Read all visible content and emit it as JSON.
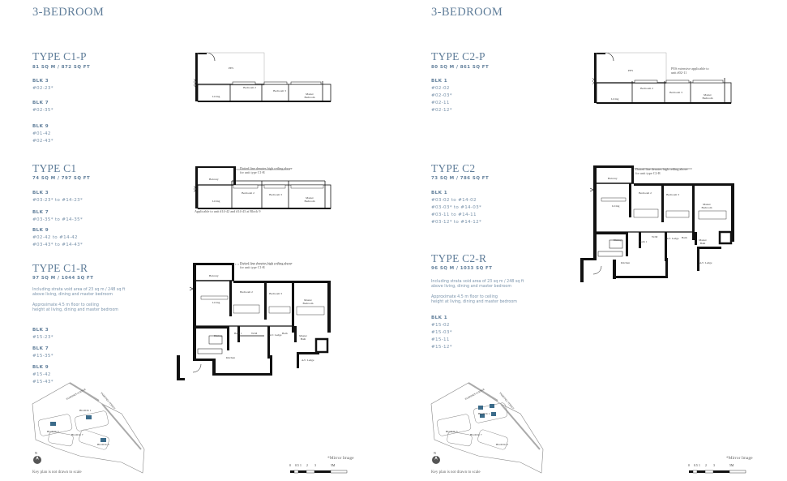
{
  "left": {
    "section_title": "3-BEDROOM",
    "types": [
      {
        "name": "TYPE C1-P",
        "area": "81 SQ M / 872 SQ FT",
        "blocks": [
          {
            "label": "BLK 3",
            "units": [
              "#02-23*"
            ]
          },
          {
            "label": "BLK 7",
            "units": [
              "#02-35*"
            ]
          },
          {
            "label": "BLK 9",
            "units": [
              "#01-42",
              "#02-43*"
            ]
          }
        ]
      },
      {
        "name": "TYPE C1",
        "area": "74 SQ M / 797 SQ FT",
        "blocks": [
          {
            "label": "BLK 3",
            "units": [
              "#03-23* to #14-23*"
            ]
          },
          {
            "label": "BLK 7",
            "units": [
              "#03-35* to #14-35*"
            ]
          },
          {
            "label": "BLK 9",
            "units": [
              "#02-42 to #14-42",
              "#03-43* to #14-43*"
            ]
          }
        ]
      },
      {
        "name": "TYPE C1-R",
        "area": "97 SQ M / 1044 SQ FT",
        "notes": [
          "Including strata void area of 23 sq m / 248 sq ft",
          "above living, dining and master bedroom",
          "Approximate 4.5 m floor to ceiling",
          "height at living, dining and master bedroom"
        ],
        "blocks": [
          {
            "label": "BLK 3",
            "units": [
              "#15-23*"
            ]
          },
          {
            "label": "BLK 7",
            "units": [
              "#15-35*"
            ]
          },
          {
            "label": "BLK 9",
            "units": [
              "#15-42",
              "#15-43*"
            ]
          }
        ]
      }
    ],
    "plan_notes": {
      "c1_dotted": "Dotted line denotes high ceiling above for unit type C1-R",
      "c1_applicable": "Applicable to unit #14-42 and #14-43 at Block 9",
      "c1r_dotted": "Dotted line denotes high ceiling above for unit type C1-R"
    },
    "key_plan_note": "Key plan is not drawn to scale",
    "mirror_note": "*Mirror Image"
  },
  "right": {
    "section_title": "3-BEDROOM",
    "types": [
      {
        "name": "TYPE C2-P",
        "area": "80 SQ M / 861 SQ FT",
        "blocks": [
          {
            "label": "BLK 1",
            "units": [
              "#02-02",
              "#02-03*",
              "#02-11",
              "#02-12*"
            ]
          }
        ]
      },
      {
        "name": "TYPE C2",
        "area": "73 SQ M / 786 SQ FT",
        "blocks": [
          {
            "label": "BLK 1",
            "units": [
              "#03-02 to #14-02",
              "#03-03* to #14-03*",
              "#03-11 to #14-11",
              "#03-12* to #14-12*"
            ]
          }
        ]
      },
      {
        "name": "TYPE C2-R",
        "area": "96 SQ M / 1033 SQ FT",
        "notes": [
          "Including strata void area of 23 sq m / 248 sq ft",
          "above living, dining and master bedroom",
          "Approximate 4.5 m floor to ceiling",
          "height at living, dining and master bedroom"
        ],
        "blocks": [
          {
            "label": "BLK 1",
            "units": [
              "#15-02",
              "#15-03*",
              "#15-11",
              "#15-12*"
            ]
          }
        ]
      }
    ],
    "plan_notes": {
      "c2p_pes": "PES extensive applicable to unit #02-11",
      "c2_dotted": "Dotted line denotes high ceiling above for unit type C2-R"
    },
    "key_plan_note": "Key plan is not drawn to scale",
    "mirror_note": "*Mirror Image"
  },
  "rooms": {
    "pes": "PES",
    "living": "Living",
    "bedroom2": "Bedroom 2",
    "bedroom3": "Bedroom 3",
    "master": "Master Bedroom",
    "balcony": "Balcony",
    "dining": "Dining",
    "kitchen": "Kitchen",
    "bath1": "Bath 1",
    "bath": "Bath",
    "master_bath": "Master Bath",
    "ac_ledge": "A/C Ledge",
    "wm": "W/M",
    "store": "Store"
  },
  "key_plan_labels": {
    "block1": "BLOCK 1",
    "block3": "BLOCK 3",
    "block7": "BLOCK 7",
    "block9": "BLOCK 9",
    "road1": "TAMPINES AVENUE",
    "road2": "TAMPINES STREET",
    "north": "N"
  },
  "scale_ticks": [
    "0",
    "0.5",
    "1",
    "2",
    "3",
    "5M"
  ]
}
